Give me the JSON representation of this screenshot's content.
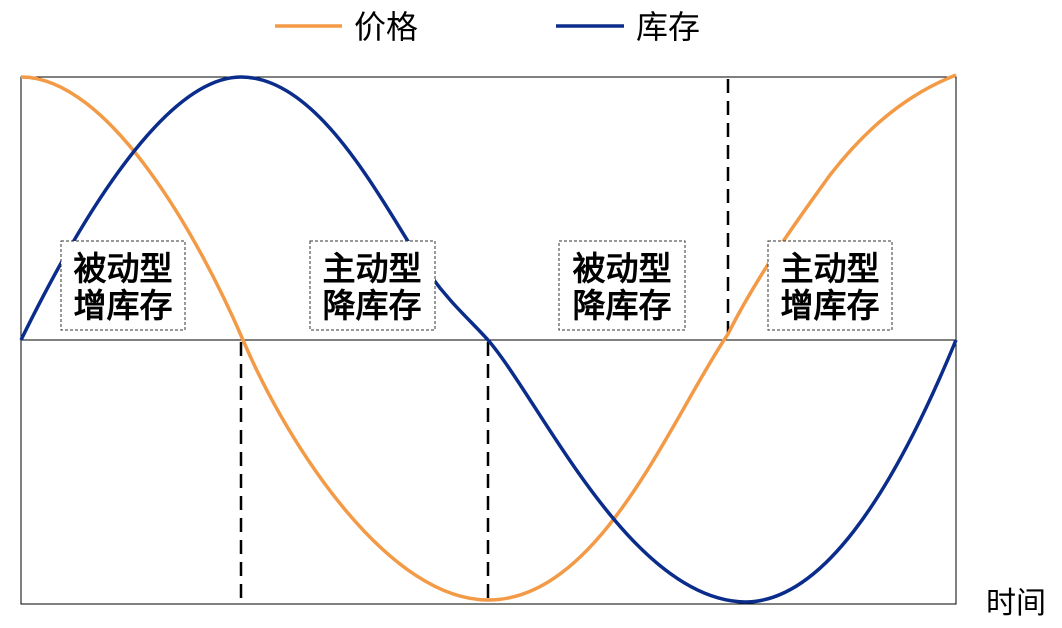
{
  "legend": {
    "price_label": "价格",
    "inventory_label": "库存"
  },
  "axis": {
    "x_label": "时间"
  },
  "colors": {
    "price": "#F39A47",
    "inventory": "#0A2C8A",
    "frame": "#000000",
    "divider": "#000000"
  },
  "phases": [
    {
      "line1": "被动型",
      "line2": "增库存"
    },
    {
      "line1": "主动型",
      "line2": "降库存"
    },
    {
      "line1": "被动型",
      "line2": "降库存"
    },
    {
      "line1": "主动型",
      "line2": "增库存"
    }
  ]
}
